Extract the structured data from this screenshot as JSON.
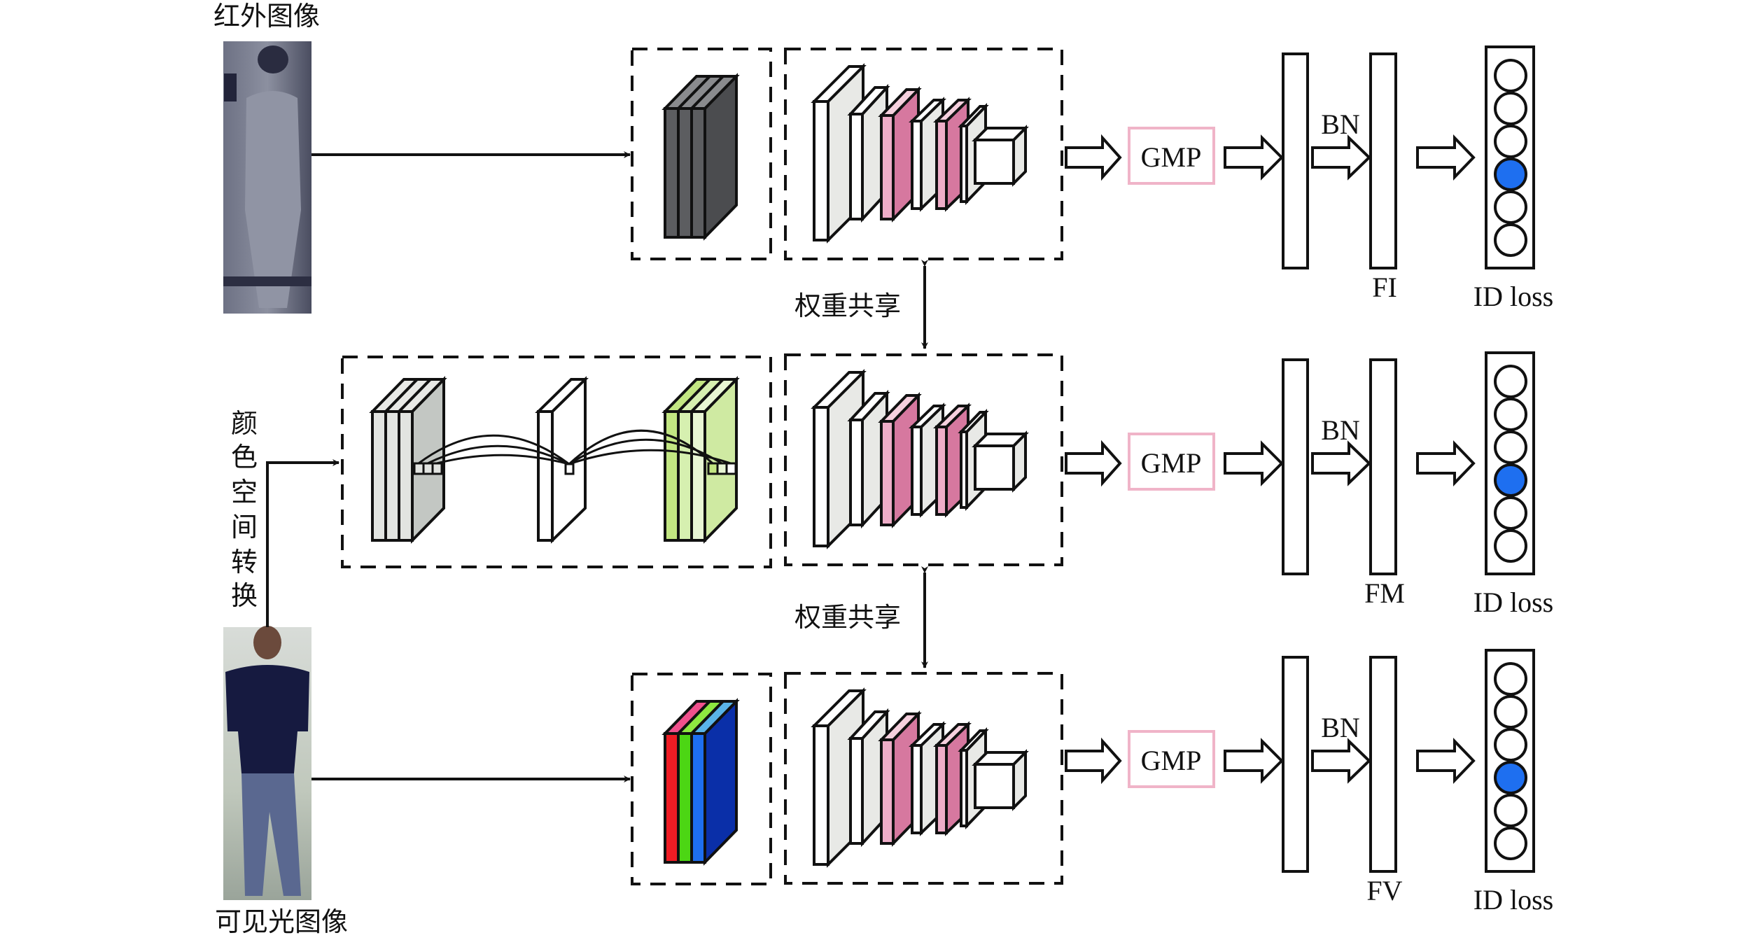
{
  "labels": {
    "infrared_image": "红外图像",
    "visible_image": "可见光图像",
    "color_space_transform": [
      "颜",
      "色",
      "空",
      "间",
      "转",
      "换"
    ],
    "weight_sharing_top": "权重共享",
    "weight_sharing_bottom": "权重共享"
  },
  "rows": [
    {
      "gmp": "GMP",
      "bn": "BN",
      "feature": "FI",
      "loss": "ID loss",
      "active_class_index": 3
    },
    {
      "gmp": "GMP",
      "bn": "BN",
      "feature": "FM",
      "loss": "ID loss",
      "active_class_index": 3
    },
    {
      "gmp": "GMP",
      "bn": "BN",
      "feature": "FV",
      "loss": "ID loss",
      "active_class_index": 3
    }
  ],
  "colors": {
    "gmp_border": "#f0b4c8",
    "active_class": "#1e6ff0",
    "pink_front": "#eeadc8",
    "pink_side": "#d6789f",
    "gray_side": "#e8e9e6",
    "rgb": [
      "#f01c24",
      "#4cd614",
      "#1e6ff0"
    ],
    "rgb_side": "#0a2fa8",
    "rgb_top": [
      "#f0508c",
      "#8ee840",
      "#5ab4e8"
    ],
    "green_stack": "#cfeaa2"
  }
}
